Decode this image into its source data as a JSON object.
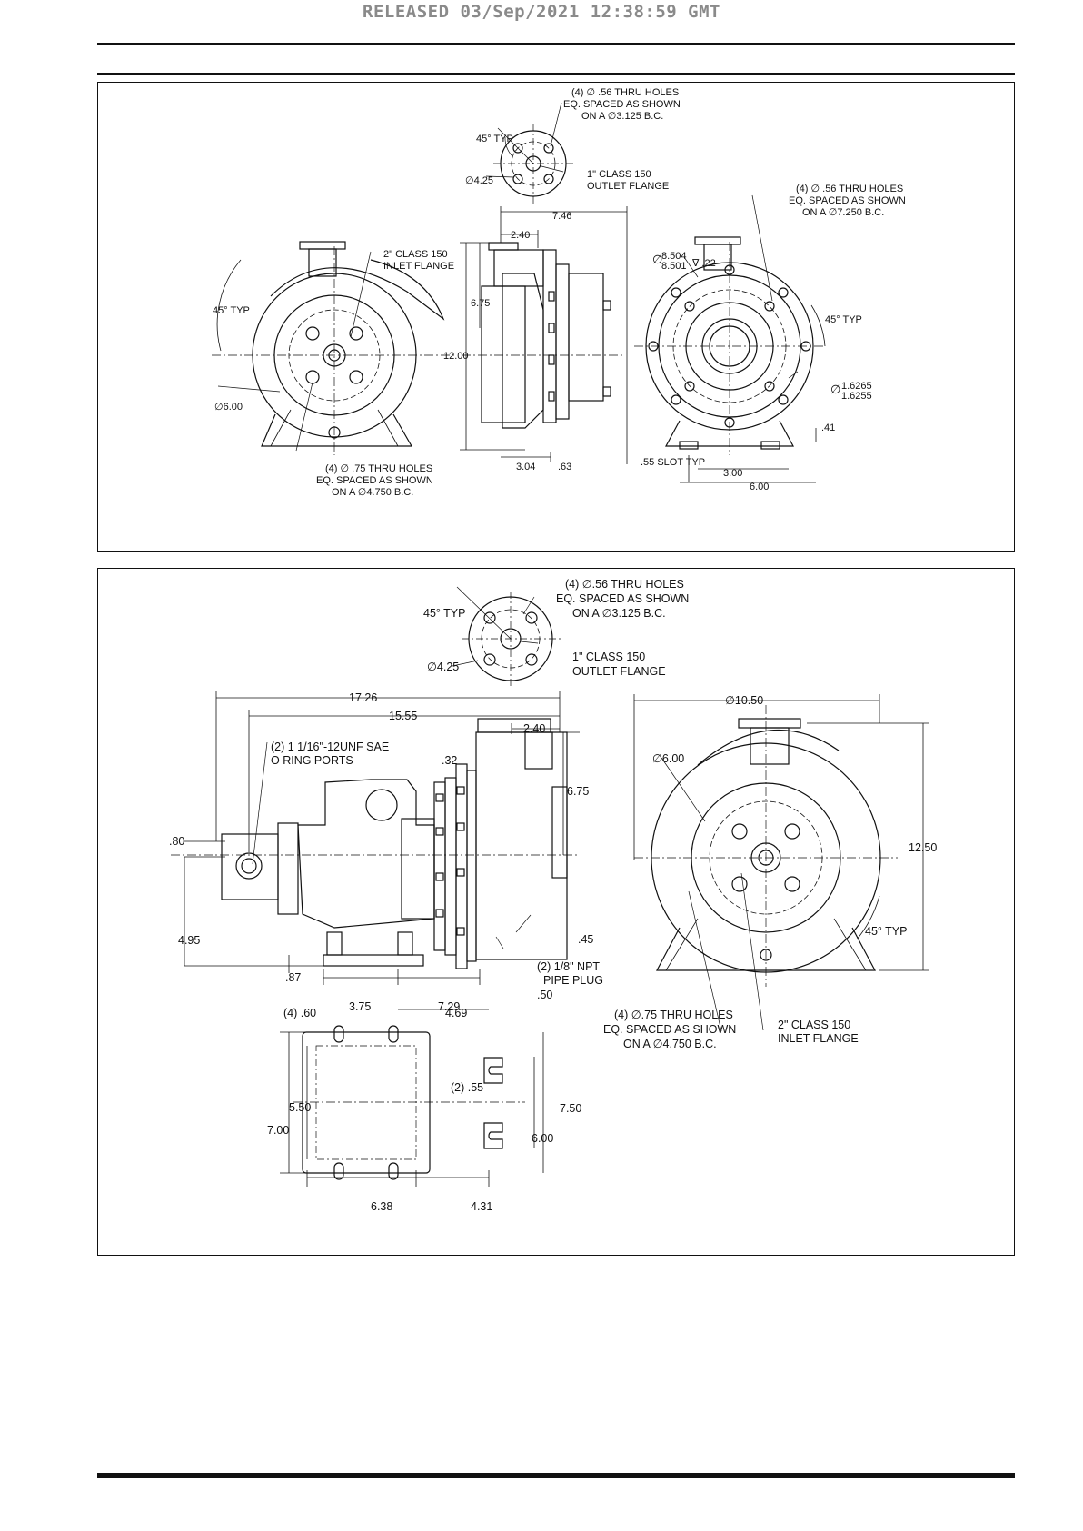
{
  "header": {
    "released": "RELEASED 03/Sep/2021 12:38:59 GMT"
  },
  "top": {
    "outlet_holes": [
      "(4) ∅ .56 THRU HOLES",
      "EQ. SPACED AS SHOWN",
      "ON A ∅3.125 B.C."
    ],
    "outlet_typ": "45° TYP",
    "outlet_dia": "∅4.25",
    "outlet_flange": [
      "1\" CLASS 150",
      "OUTLET FLANGE"
    ],
    "inlet_flange": [
      "2\" CLASS 150",
      "INLET FLANGE"
    ],
    "front_typ": "45° TYP",
    "front_dia": "∅6.00",
    "front_holes": [
      "(4) ∅ .75 THRU HOLES",
      "EQ. SPACED AS SHOWN",
      "ON A ∅4.750 B.C."
    ],
    "side_746": "7.46",
    "side_240": "2.40",
    "side_675": "6.75",
    "side_1200": "12.00",
    "side_304": "3.04",
    "side_063": ".63",
    "rear_holes": [
      "(4) ∅ .56 THRU HOLES",
      "EQ. SPACED AS SHOWN",
      "ON A ∅7.250 B.C."
    ],
    "rear_dia_a": "8.504",
    "rear_dia_b": "8.501",
    "rear_depth": "∇ .22",
    "rear_typ": "45° TYP",
    "rear_shaft_a": "1.6265",
    "rear_shaft_b": "1.6255",
    "rear_041": ".41",
    "rear_slot": ".55 SLOT TYP",
    "rear_300": "3.00",
    "rear_600": "6.00"
  },
  "bottom": {
    "outlet_holes": [
      "(4) ∅.56 THRU HOLES",
      "EQ. SPACED AS SHOWN",
      "ON A ∅3.125 B.C."
    ],
    "outlet_typ": "45° TYP",
    "outlet_dia": "∅4.25",
    "outlet_flange": [
      "1\" CLASS 150",
      "OUTLET FLANGE"
    ],
    "d1726": "17.26",
    "d1555": "15.55",
    "d240": "2.40",
    "ports": [
      "(2) 1 1/16\"-12UNF SAE",
      "O RING PORTS"
    ],
    "d032": ".32",
    "d675": "6.75",
    "d080": ".80",
    "d495": "4.95",
    "d087": ".87",
    "d375": "3.75",
    "d729": "7.29",
    "d045": ".45",
    "plug": [
      "(2) 1/8\" NPT",
      "PIPE PLUG"
    ],
    "d050": ".50",
    "front_width": "∅10.50",
    "front_dia": "∅6.00",
    "front_h": "12.50",
    "front_typ": "45° TYP",
    "front_holes": [
      "(4) ∅.75 THRU HOLES",
      "EQ. SPACED AS SHOWN",
      "ON A ∅4.750 B.C."
    ],
    "inlet_flange": [
      "2\" CLASS 150",
      "INLET FLANGE"
    ],
    "base_060": "(4) .60",
    "base_469": "4.69",
    "base_055": "(2) .55",
    "base_550": "5.50",
    "base_700": "7.00",
    "base_750": "7.50",
    "base_600": "6.00",
    "base_638": "6.38",
    "base_431": "4.31"
  }
}
